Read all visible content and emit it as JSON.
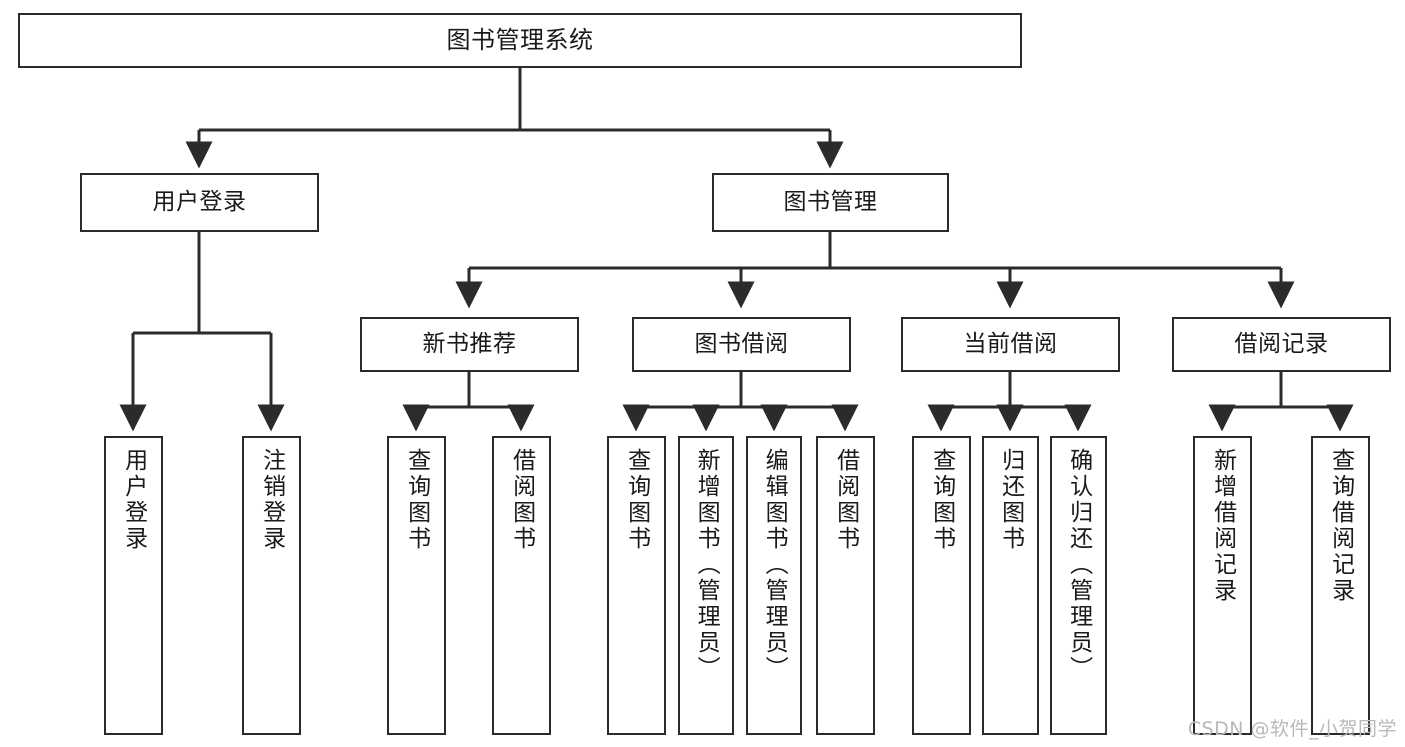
{
  "diagram": {
    "title": "图书管理系统",
    "type": "tree-hierarchy",
    "watermark": "CSDN @软件_小贺同学",
    "levels": {
      "root": {
        "label": "图书管理系统"
      },
      "level2": [
        {
          "id": "user-login",
          "label": "用户登录"
        },
        {
          "id": "book-management",
          "label": "图书管理"
        }
      ],
      "level3": [
        {
          "id": "new-book-recommend",
          "label": "新书推荐",
          "parent": "book-management"
        },
        {
          "id": "book-borrow",
          "label": "图书借阅",
          "parent": "book-management"
        },
        {
          "id": "current-borrow",
          "label": "当前借阅",
          "parent": "book-management"
        },
        {
          "id": "borrow-record",
          "label": "借阅记录",
          "parent": "book-management"
        }
      ],
      "leaves": [
        {
          "id": "leaf-user-login",
          "label": "用户登录",
          "parent": "user-login"
        },
        {
          "id": "leaf-logout-login",
          "label": "注销登录",
          "parent": "user-login"
        },
        {
          "id": "leaf-query-book-1",
          "label": "查询图书",
          "parent": "new-book-recommend"
        },
        {
          "id": "leaf-borrow-book-1",
          "label": "借阅图书",
          "parent": "new-book-recommend"
        },
        {
          "id": "leaf-query-book-2",
          "label": "查询图书",
          "parent": "book-borrow"
        },
        {
          "id": "leaf-add-book",
          "label": "新增图书（管理员）",
          "parent": "book-borrow"
        },
        {
          "id": "leaf-edit-book",
          "label": "编辑图书（管理员）",
          "parent": "book-borrow"
        },
        {
          "id": "leaf-borrow-book-2",
          "label": "借阅图书",
          "parent": "book-borrow"
        },
        {
          "id": "leaf-query-book-3",
          "label": "查询图书",
          "parent": "current-borrow"
        },
        {
          "id": "leaf-return-book",
          "label": "归还图书",
          "parent": "current-borrow"
        },
        {
          "id": "leaf-confirm-return",
          "label": "确认归还（管理员）",
          "parent": "current-borrow"
        },
        {
          "id": "leaf-add-record",
          "label": "新增借阅记录",
          "parent": "borrow-record"
        },
        {
          "id": "leaf-query-record",
          "label": "查询借阅记录",
          "parent": "borrow-record"
        }
      ]
    },
    "colors": {
      "stroke": "#2b2b2b",
      "fill": "#ffffff",
      "text": "#1a1a1a",
      "watermark": "#b9b9b9"
    }
  }
}
